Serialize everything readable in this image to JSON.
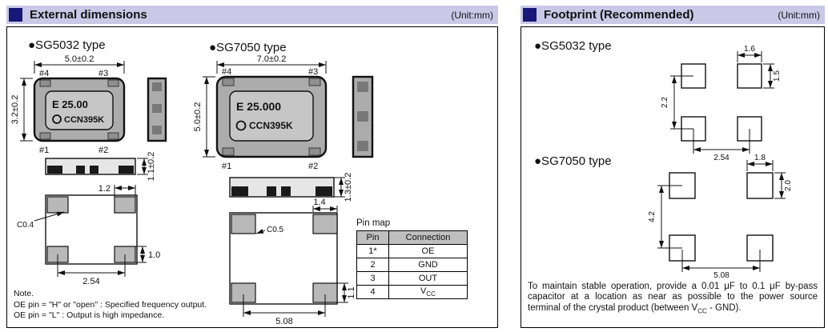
{
  "external": {
    "header": {
      "title": "External dimensions",
      "unit": "(Unit:mm)"
    },
    "sg5032": {
      "title": "●SG5032 type",
      "dims": {
        "body_width": "5.0±0.2",
        "body_height": "3.2±0.2",
        "thickness": "1.1±0.2",
        "pad_width": "1.2",
        "chamfer": "C0.4",
        "pad_height": "1.0",
        "pad_pitch": "2.54"
      },
      "pins": {
        "p1": "#1",
        "p2": "#2",
        "p3": "#3",
        "p4": "#4"
      },
      "marking": {
        "line1": "E 25.00",
        "line2": "CCN395K"
      }
    },
    "sg7050": {
      "title": "●SG7050 type",
      "dims": {
        "body_width": "7.0±0.2",
        "body_height": "5.0±0.2",
        "thickness": "1.3±0.2",
        "pad_width": "1.4",
        "chamfer": "C0.5",
        "pad_height": "1.1",
        "pad_pitch": "5.08"
      },
      "pins": {
        "p1": "#1",
        "p2": "#2",
        "p3": "#3",
        "p4": "#4"
      },
      "marking": {
        "line1": "E 25.000",
        "line2": "CCN395K"
      }
    },
    "pinmap": {
      "title": "Pin map",
      "headers": {
        "pin": "Pin",
        "connection": "Connection"
      },
      "rows": [
        {
          "pin": "1*",
          "connection": "OE"
        },
        {
          "pin": "2",
          "connection": "GND"
        },
        {
          "pin": "3",
          "connection": "OUT"
        },
        {
          "pin": "4",
          "connection": "V",
          "connection_sub": "CC"
        }
      ]
    },
    "note": {
      "line1": "Note.",
      "line2": "OE pin = \"H\" or \"open\" : Specified frequency output.",
      "line3": "OE pin = \"L\" : Output is high impedance."
    }
  },
  "footprint": {
    "header": {
      "title": "Footprint (Recommended)",
      "unit": "(Unit:mm)"
    },
    "sg5032": {
      "title": "●SG5032 type",
      "dims": {
        "pad_width": "1.6",
        "pad_height": "1.5",
        "pitch_vertical": "2.2",
        "pitch_horizontal": "2.54"
      }
    },
    "sg7050": {
      "title": "●SG7050 type",
      "dims": {
        "pad_width": "1.8",
        "pad_height": "2.0",
        "pitch_vertical": "4.2",
        "pitch_horizontal": "5.08"
      }
    },
    "note": {
      "part1": "To maintain stable operation, provide a 0.01 μF to 0.1 μF by-pass capacitor at a location as near as possible to the power source terminal of the crystal product (between V",
      "sub": "CC",
      "part2": " - GND)."
    }
  },
  "colors": {
    "header_bg": "#c9c9e7",
    "header_square": "#181878",
    "package_body": "#acacac",
    "package_label": "#c6c6c6",
    "pad_gray": "#b8b8b8",
    "table_header_bg": "#bfbfbf"
  }
}
